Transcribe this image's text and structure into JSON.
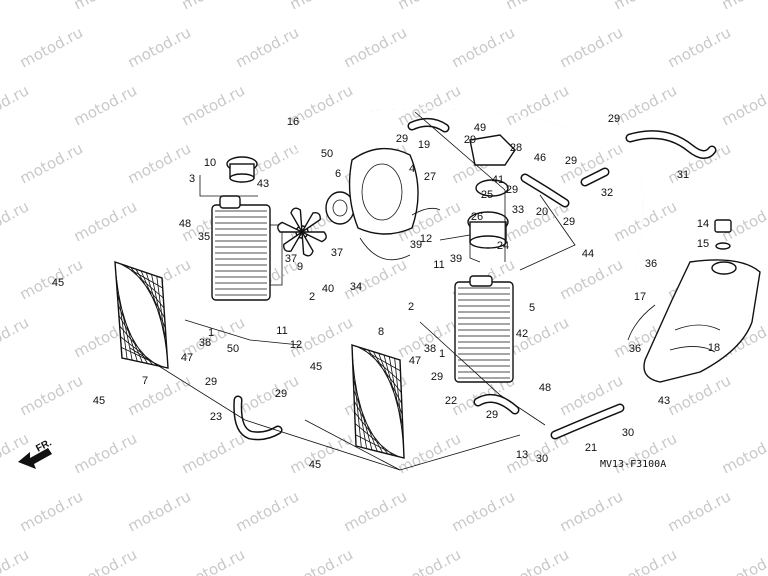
{
  "watermark": {
    "text": "motod.ru"
  },
  "diagram": {
    "code": "MV13-F3100A",
    "direction_label": "FR."
  },
  "callouts": [
    {
      "label": "1"
    },
    {
      "label": "2"
    },
    {
      "label": "3"
    },
    {
      "label": "4"
    },
    {
      "label": "5"
    },
    {
      "label": "6"
    },
    {
      "label": "7"
    },
    {
      "label": "8"
    },
    {
      "label": "9"
    },
    {
      "label": "10"
    },
    {
      "label": "11"
    },
    {
      "label": "12"
    },
    {
      "label": "13"
    },
    {
      "label": "14"
    },
    {
      "label": "15"
    },
    {
      "label": "16"
    },
    {
      "label": "17"
    },
    {
      "label": "18"
    },
    {
      "label": "19"
    },
    {
      "label": "20"
    },
    {
      "label": "21"
    },
    {
      "label": "22"
    },
    {
      "label": "23"
    },
    {
      "label": "24"
    },
    {
      "label": "25"
    },
    {
      "label": "26"
    },
    {
      "label": "27"
    },
    {
      "label": "28"
    },
    {
      "label": "29"
    },
    {
      "label": "30"
    },
    {
      "label": "31"
    },
    {
      "label": "32"
    },
    {
      "label": "33"
    },
    {
      "label": "34"
    },
    {
      "label": "35"
    },
    {
      "label": "36"
    },
    {
      "label": "37"
    },
    {
      "label": "38"
    },
    {
      "label": "39"
    },
    {
      "label": "40"
    },
    {
      "label": "41"
    },
    {
      "label": "42"
    },
    {
      "label": "43"
    },
    {
      "label": "44"
    },
    {
      "label": "45"
    },
    {
      "label": "46"
    },
    {
      "label": "47"
    },
    {
      "label": "48"
    },
    {
      "label": "49"
    },
    {
      "label": "50"
    }
  ],
  "part_icons": {
    "radiator": "radiator-icon",
    "grille": "radiator-grille-icon",
    "fan": "cooling-fan-icon",
    "shroud": "fan-shroud-icon",
    "reserve_tank": "reserve-tank-icon",
    "cap": "radiator-cap-icon",
    "thermostat": "thermostat-housing-icon"
  }
}
